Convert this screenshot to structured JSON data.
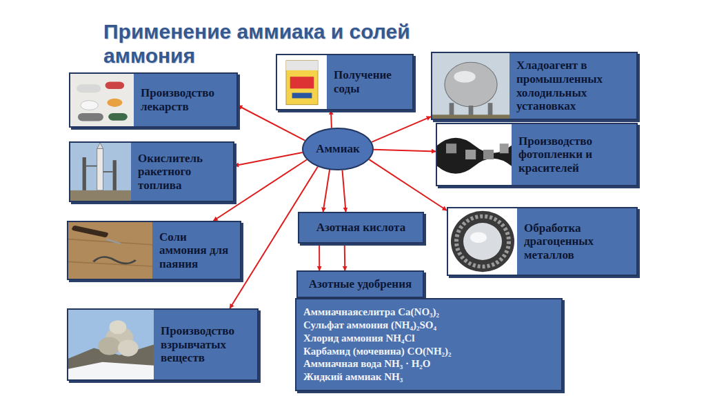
{
  "diagram": {
    "title": "Применение аммиака и солей аммония",
    "nodes": [
      {
        "text": [
          "Производство лекарств"
        ]
      },
      {
        "text": [
          "Получение соды"
        ]
      },
      {
        "text": [
          "Хладоагент в промышленных холодильных установках"
        ]
      },
      {
        "text": [
          "Аммиак"
        ]
      },
      {
        "text": [
          "Окислитель ракетного топлива"
        ]
      },
      {
        "text": [
          "Производство фотопленки и красителей"
        ]
      },
      {
        "text": [
          "Соли аммония для паяния"
        ]
      },
      {
        "text": [
          "Азотная кислота"
        ]
      },
      {
        "text": [
          "Обработка драгоценных металлов"
        ]
      },
      {
        "text": [
          "Азотные удобрения"
        ]
      },
      {
        "text": [
          "Аммиачнаяселитра Ca(NO₃)₂",
          "Сульфат аммония (NH₄)₂SO₄",
          "Хлорид аммония NH₄Cl",
          "Карбамид (мочевина) CO(NH₂)₂",
          "Аммиачная вода NH₃ · H₂O",
          "Жидкий аммиак NH₃"
        ]
      },
      {
        "text": [
          "Производство взрывчатых веществ"
        ]
      }
    ],
    "edges": [
      {
        "from": 3,
        "to": 0,
        "arrow": "to"
      },
      {
        "from": 3,
        "to": 1,
        "arrow": "to"
      },
      {
        "from": 3,
        "to": 2,
        "arrow": "to"
      },
      {
        "from": 3,
        "to": 4,
        "arrow": "to"
      },
      {
        "from": 3,
        "to": 5,
        "arrow": "to"
      },
      {
        "from": 3,
        "to": 6,
        "arrow": "to"
      },
      {
        "from": 3,
        "to": 7,
        "arrow": "to"
      },
      {
        "from": 3,
        "to": 7,
        "arrow": "to"
      },
      {
        "from": 3,
        "to": 8,
        "arrow": "to"
      },
      {
        "from": 3,
        "to": 11,
        "arrow": "to"
      },
      {
        "from": 7,
        "to": 9,
        "arrow": "to"
      },
      {
        "from": 7,
        "to": 9,
        "arrow": "to"
      }
    ]
  }
}
